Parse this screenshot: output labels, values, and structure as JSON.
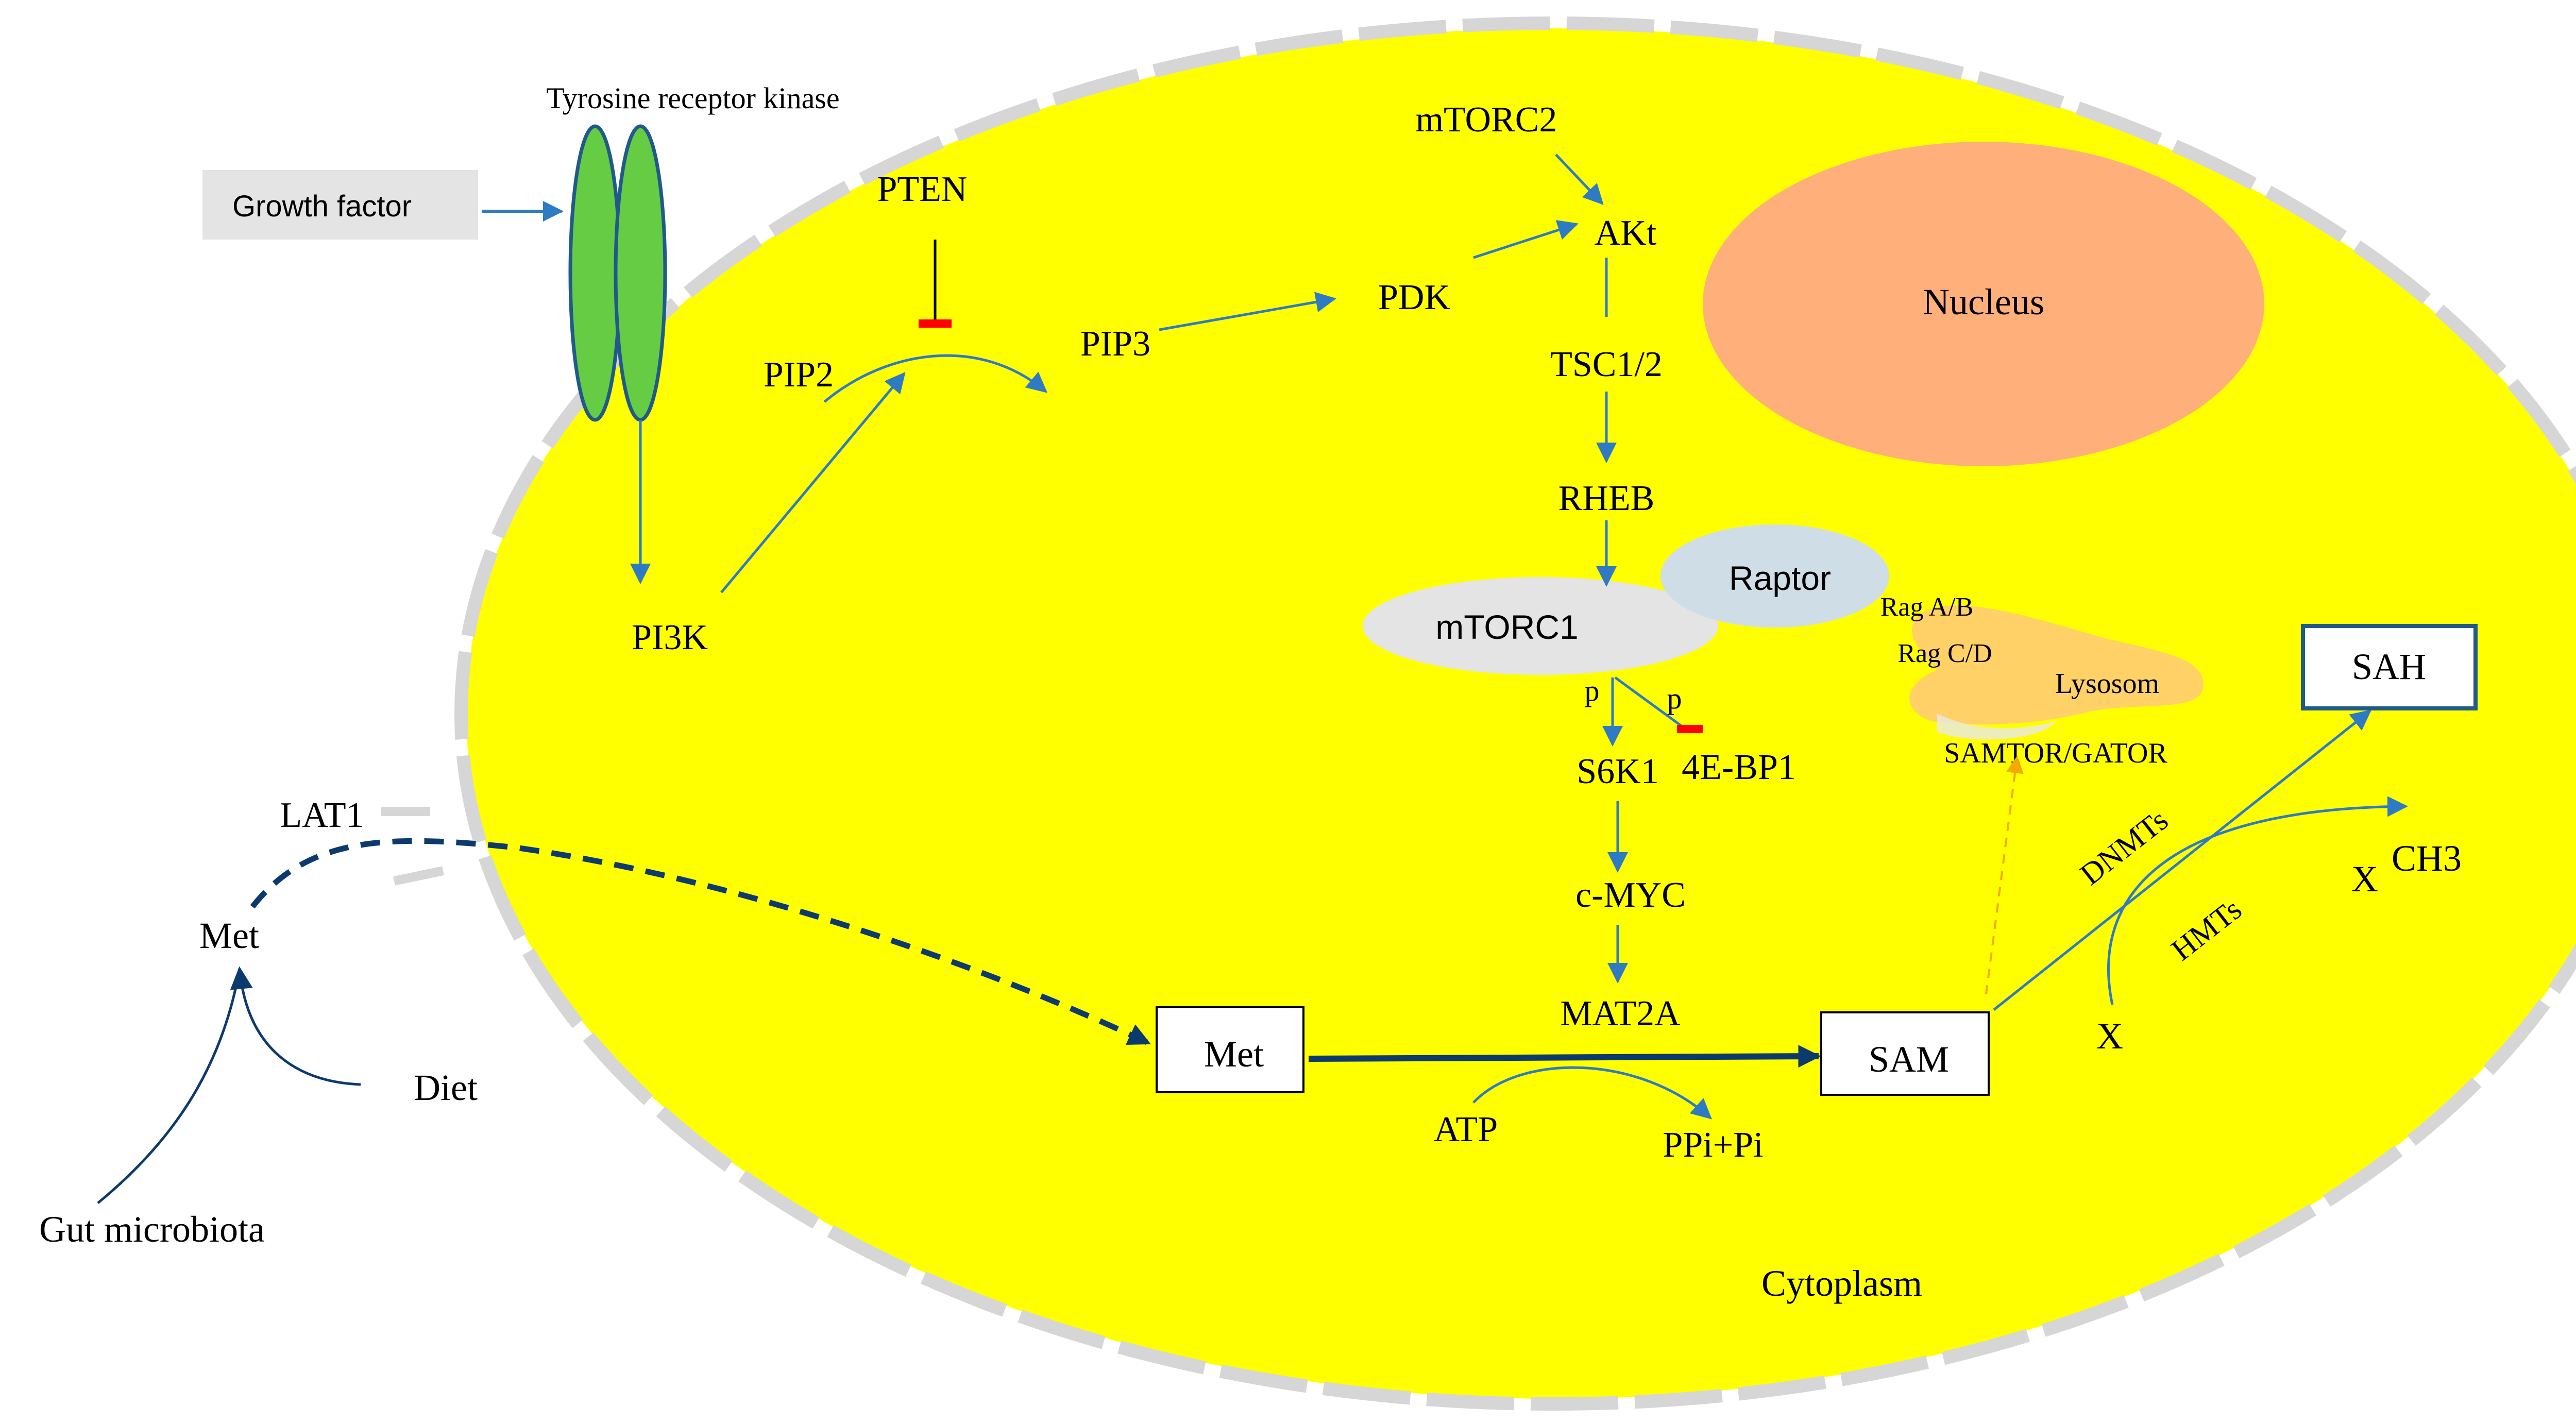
{
  "labels": {
    "growth_factor": "Growth factor",
    "tyrosine_receptor_kinase": "Tyrosine receptor kinase",
    "pten": "PTEN",
    "pip2": "PIP2",
    "pip3": "PIP3",
    "pi3k": "PI3K",
    "pdk": "PDK",
    "mtorc2": "mTORC2",
    "akt": "AKt",
    "tsc": "TSC1/2",
    "rheb": "RHEB",
    "raptor": "Raptor",
    "mtorc1": "mTORC1",
    "rag_ab": "Rag A/B",
    "rag_cd": "Rag C/D",
    "lysosome": "Lysosom",
    "samtor_gator": "SAMTOR/GATOR",
    "p_left": "p",
    "p_right": "p",
    "s6k1": "S6K1",
    "ebp1": "4E-BP1",
    "cmyc": "c-MYC",
    "mat2a": "MAT2A",
    "nucleus": "Nucleus",
    "sah": "SAH",
    "dnmts": "DNMTs",
    "hmts": "HMTs",
    "x": "X",
    "xch3_x": "X",
    "xch3_ch3": "CH3",
    "lat1": "LAT1",
    "met_outside": "Met",
    "met_box": "Met",
    "sam_box": "SAM",
    "diet": "Diet",
    "gut_microbiota": "Gut microbiota",
    "atp": "ATP",
    "ppi_pi": "PPi+Pi",
    "cytoplasm": "Cytoplasm"
  },
  "colors": {
    "cell_fill": "#ffff00",
    "membrane": "#d6d6d6",
    "receptor": "#66cc44",
    "receptor_outline": "#1f5a8a",
    "arrow": "#2e7bc4",
    "dark_arrow": "#0d3a6e",
    "inhibit": "#ff0000",
    "nucleus": "#ffb07a",
    "raptor": "#cfdde6",
    "mtorc1": "#e4e4e4",
    "lysosome": "#ffd166",
    "samtor_arrow": "#f2a900",
    "growth_box": "#e4e4e4"
  }
}
